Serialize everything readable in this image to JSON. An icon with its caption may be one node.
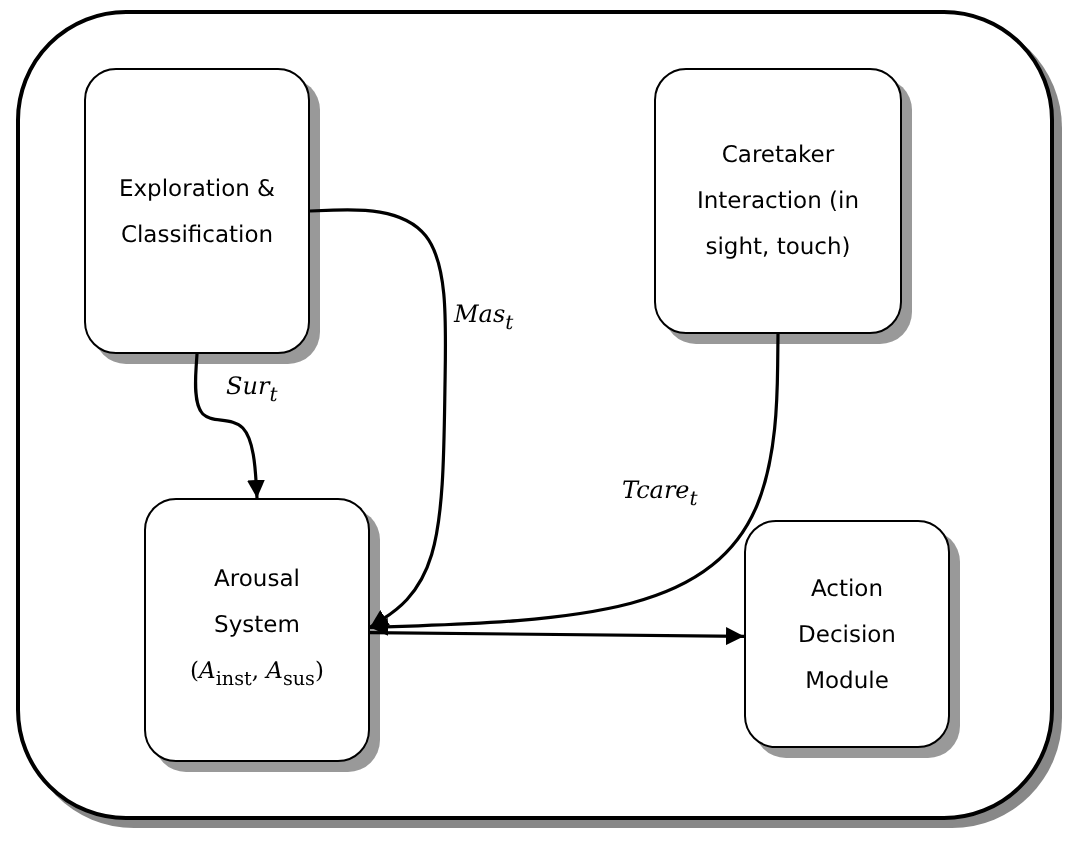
{
  "diagram": {
    "nodes": [
      {
        "text": [],
        "shape": "box"
      },
      {
        "text": [
          "Exploration & Classification"
        ],
        "in": 0
      },
      {
        "text": [
          "Caretaker Interaction (in sight, touch)"
        ],
        "in": 0
      },
      {
        "text": [
          "Arousal System",
          "(*A*$_{inst}$, *A*$_{sus}$)"
        ],
        "in": 0
      },
      {
        "text": [
          "Action Decision Module"
        ],
        "in": 0
      }
    ],
    "edges": [
      {
        "from": 1,
        "to": 3,
        "arrow": "to",
        "label": "Sur$_{t}$"
      },
      {
        "from": 1,
        "to": 3,
        "arrow": "to",
        "label": "Mas$_{t}$"
      },
      {
        "from": 2,
        "to": 3,
        "arrow": "to",
        "label": "Tcare$_{t}$"
      },
      {
        "from": 3,
        "to": 4,
        "arrow": "to"
      }
    ]
  }
}
